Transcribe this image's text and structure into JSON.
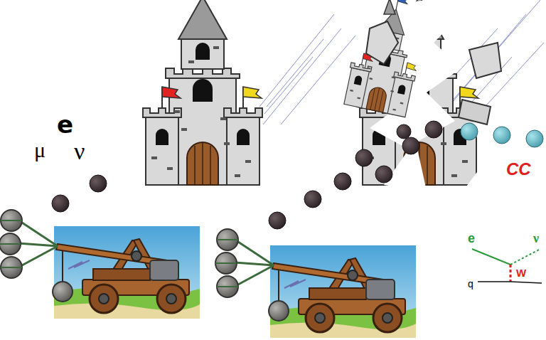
{
  "diagram": {
    "labels": [
      "e",
      "μ",
      "ν",
      "CC",
      "e",
      "ν",
      "W",
      "q"
    ]
  }
}
